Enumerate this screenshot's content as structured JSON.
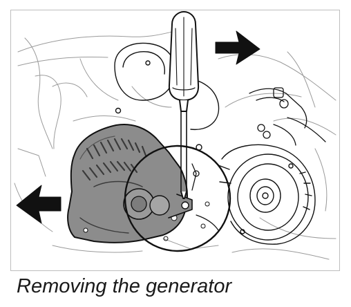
{
  "caption": "Removing the generator",
  "figure": {
    "parts": [
      {
        "name": "generator",
        "shaded": true
      },
      {
        "name": "screwdriver"
      },
      {
        "name": "detail-circle"
      },
      {
        "name": "ac-compressor-pulley"
      },
      {
        "name": "arrow",
        "direction": "right"
      },
      {
        "name": "arrow",
        "direction": "left"
      }
    ],
    "colors": {
      "ink": "#111111",
      "shade": "#8c8c8c",
      "light_line": "#9a9a9a",
      "background": "#ffffff"
    }
  }
}
